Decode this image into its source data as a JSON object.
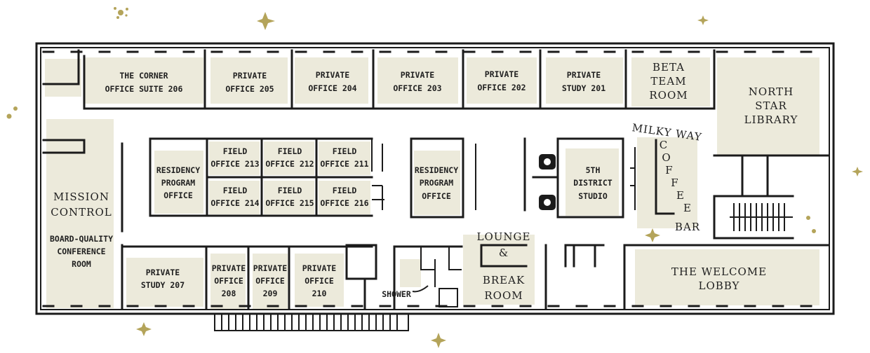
{
  "rooms": {
    "corner_office": [
      "THE CORNER",
      "OFFICE SUITE 206"
    ],
    "private_205": [
      "PRIVATE",
      "OFFICE 205"
    ],
    "private_204": [
      "PRIVATE",
      "OFFICE 204"
    ],
    "private_203": [
      "PRIVATE",
      "OFFICE 203"
    ],
    "private_202": [
      "PRIVATE",
      "OFFICE 202"
    ],
    "study_201": [
      "PRIVATE",
      "STUDY 201"
    ],
    "beta_team": [
      "BETA",
      "TEAM",
      "ROOM"
    ],
    "north_star": [
      "NORTH",
      "STAR",
      "LIBRARY"
    ],
    "mission_control": [
      "MISSION",
      "CONTROL"
    ],
    "conference": [
      "BOARD-QUALITY",
      "CONFERENCE",
      "ROOM"
    ],
    "residency_left": [
      "RESIDENCY",
      "PROGRAM",
      "OFFICE"
    ],
    "field_213": [
      "FIELD",
      "OFFICE 213"
    ],
    "field_212": [
      "FIELD",
      "OFFICE 212"
    ],
    "field_211": [
      "FIELD",
      "OFFICE 211"
    ],
    "field_214": [
      "FIELD",
      "OFFICE 214"
    ],
    "field_215": [
      "FIELD",
      "OFFICE 215"
    ],
    "field_216": [
      "FIELD",
      "OFFICE 216"
    ],
    "residency_right": [
      "RESIDENCY",
      "PROGRAM",
      "OFFICE"
    ],
    "district_studio": [
      "5TH",
      "DISTRICT",
      "STUDIO"
    ],
    "milky_way": "MILKY WAY",
    "coffee": [
      "C",
      "O",
      "F",
      "F",
      "E",
      "E"
    ],
    "bar": "BAR",
    "study_207": [
      "PRIVATE",
      "STUDY 207"
    ],
    "private_208": [
      "PRIVATE",
      "OFFICE",
      "208"
    ],
    "private_209": [
      "PRIVATE",
      "OFFICE",
      "209"
    ],
    "private_210": [
      "PRIVATE",
      "OFFICE",
      "210"
    ],
    "shower": "SHOWER",
    "lounge": [
      "LOUNGE",
      "&",
      "BREAK",
      "ROOM"
    ],
    "welcome_lobby": [
      "THE WELCOME",
      "LOBBY"
    ]
  },
  "colors": {
    "room_fill": "#eceadb",
    "wall": "#1b1b1b",
    "star": "#b4a45a"
  },
  "icons": [
    "telephone-icon",
    "star-icon",
    "stairs-icon"
  ]
}
